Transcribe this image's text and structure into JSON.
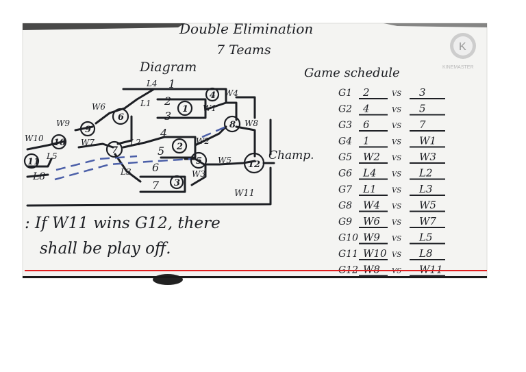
{
  "title": "Double Elimination",
  "subtitle": "7 Teams",
  "diagram_heading": "Diagram",
  "schedule_heading": "Game schedule",
  "watermark": "KINEMASTER",
  "diagram": {
    "games": [
      "1",
      "2",
      "3",
      "4",
      "5",
      "6",
      "7",
      "8",
      "9",
      "10",
      "11",
      "12"
    ],
    "seeds": [
      "1",
      "2",
      "3",
      "4",
      "5",
      "6",
      "7"
    ],
    "labels": [
      "L4",
      "L1",
      "L2",
      "L3",
      "L5",
      "L8",
      "W1",
      "W2",
      "W3",
      "W4",
      "W5",
      "W6",
      "W7",
      "W8",
      "W9",
      "W10",
      "W11",
      "Champ."
    ]
  },
  "note": {
    "line1": ": If W11 wins G12, there",
    "line2": "shall be play off."
  },
  "schedule": [
    {
      "game": "G1",
      "home": "2",
      "away": "3"
    },
    {
      "game": "G2",
      "home": "4",
      "away": "5"
    },
    {
      "game": "G3",
      "home": "6",
      "away": "7"
    },
    {
      "game": "G4",
      "home": "1",
      "away": "W1"
    },
    {
      "game": "G5",
      "home": "W2",
      "away": "W3"
    },
    {
      "game": "G6",
      "home": "L4",
      "away": "L2"
    },
    {
      "game": "G7",
      "home": "L1",
      "away": "L3"
    },
    {
      "game": "G8",
      "home": "W4",
      "away": "W5"
    },
    {
      "game": "G9",
      "home": "W6",
      "away": "W7"
    },
    {
      "game": "G10",
      "home": "W9",
      "away": "L5"
    },
    {
      "game": "G11",
      "home": "W10",
      "away": "L8"
    },
    {
      "game": "G12",
      "home": "W8",
      "away": "W11"
    }
  ]
}
